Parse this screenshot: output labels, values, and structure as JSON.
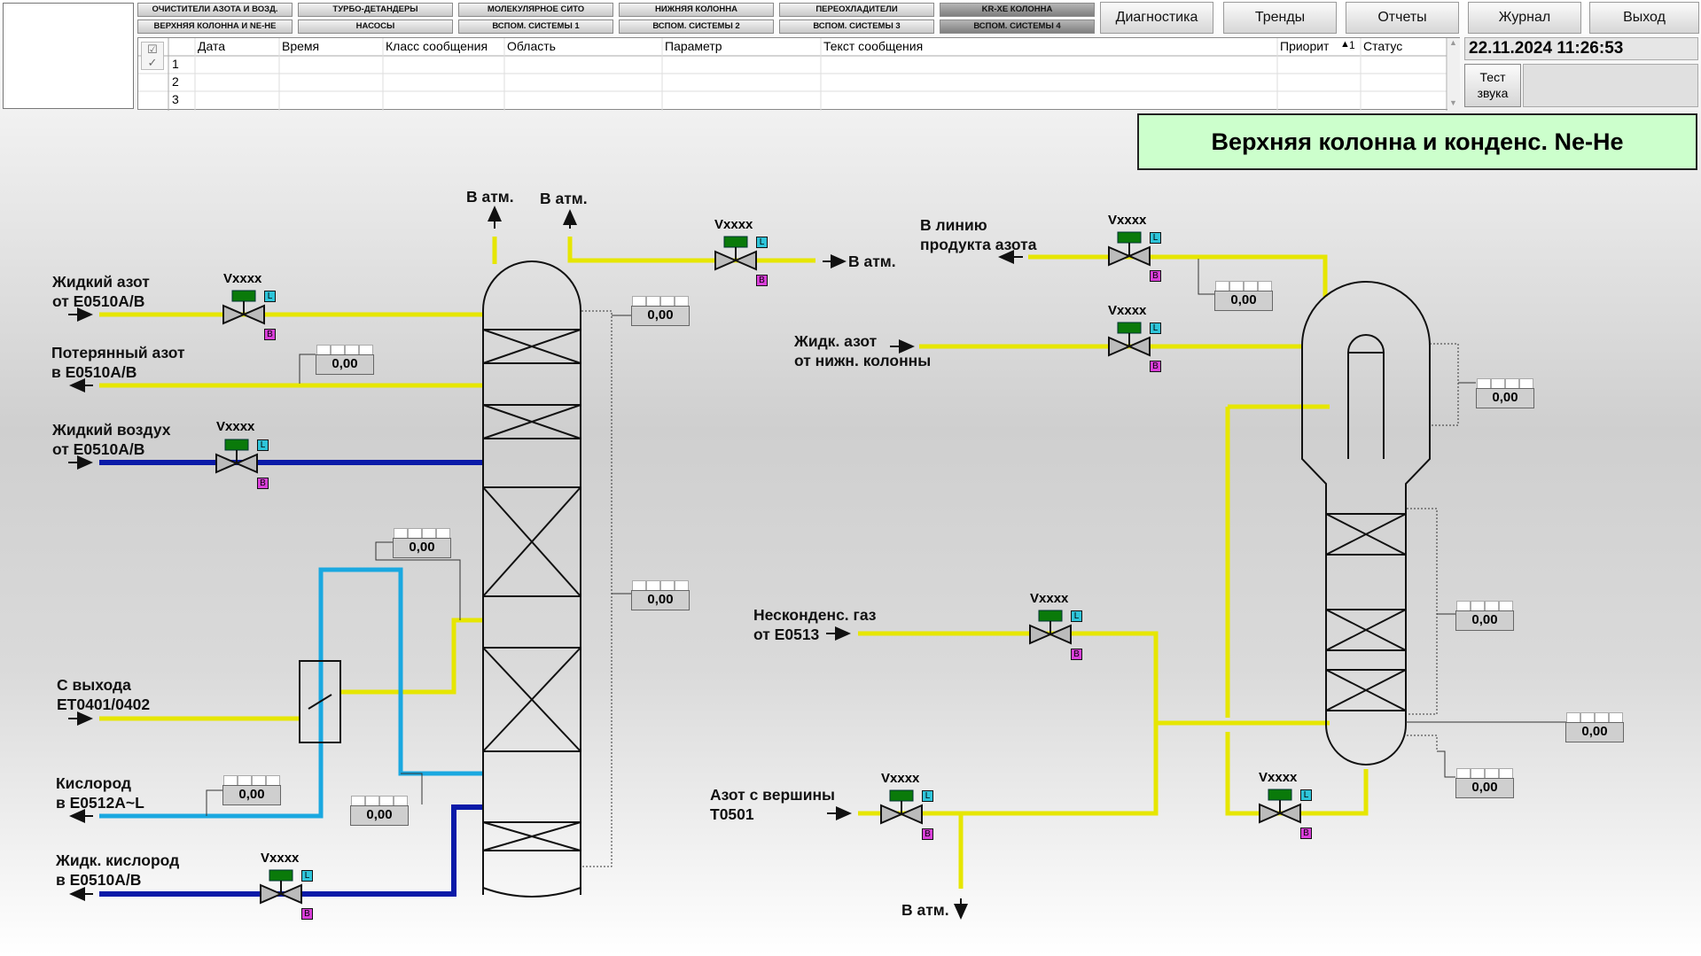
{
  "nav": {
    "row1": [
      "ОЧИСТИТЕЛИ АЗОТА И ВОЗД.",
      "ТУРБО-ДЕТАНДЕРЫ",
      "МОЛЕКУЛЯРНОЕ СИТО",
      "НИЖНЯЯ КОЛОННА",
      "ПЕРЕОХЛАДИТЕЛИ",
      "KR-XE КОЛОННА"
    ],
    "row2": [
      "ВЕРХНЯЯ КОЛОННА И NE-HE",
      "НАСОСЫ",
      "ВСПОМ. СИСТЕМЫ 1",
      "ВСПОМ. СИСТЕМЫ 2",
      "ВСПОМ. СИСТЕМЫ 3",
      "ВСПОМ. СИСТЕМЫ 4"
    ]
  },
  "toolbar": {
    "diagnostics": "Диагностика",
    "trends": "Тренды",
    "reports": "Отчеты",
    "journal": "Журнал",
    "exit": "Выход"
  },
  "alarms": {
    "columns": [
      "Дата",
      "Время",
      "Класс сообщения",
      "Область",
      "Параметр",
      "Текст сообщения",
      "Приорит",
      "Статус"
    ],
    "sort_indicator": "1",
    "rows": [
      "1",
      "2",
      "3"
    ]
  },
  "datetime": "22.11.2024 11:26:53",
  "test_sound": "Тест звука",
  "title": "Верхняя колонна и конденс. Ne-He",
  "labels": {
    "atm1": "В атм.",
    "atm2": "В атм.",
    "atm3": "В атм.",
    "atm4": "В атм.",
    "ln2_in_1": "Жидкий азот",
    "ln2_in_2": "от Е0510А/В",
    "waste_n2_1": "Потерянный азот",
    "waste_n2_2": "в Е0510А/В",
    "lair_1": "Жидкий воздух",
    "lair_2": "от Е0510А/В",
    "et_1": "С выхода",
    "et_2": "ЕТ0401/0402",
    "o2_1": "Кислород",
    "o2_2": "в Е0512А~L",
    "lox_1": "Жидк. кислород",
    "lox_2": "в Е0510А/В",
    "prod_n2_1": "В линию",
    "prod_n2_2": "продукта азота",
    "ln2_low_1": "Жидк. азот",
    "ln2_low_2": "от нижн. колонны",
    "noncond_1": "Несконденс. газ",
    "noncond_2": "от Е0513",
    "n2_top_1": "Азот с вершины",
    "n2_top_2": "Т0501"
  },
  "valve": {
    "name": "Vxxxx",
    "l": "L",
    "b": "B"
  },
  "values": [
    "0,00",
    "0,00",
    "0,00",
    "0,00",
    "0,00",
    "0,00",
    "0,00",
    "0,00",
    "0,00",
    "0,00",
    "0,00"
  ],
  "colors": {
    "yellow": "#e6e600",
    "darkblue": "#0a1aa8",
    "lightblue": "#1aa8e0",
    "valve_green": "#0a7a0a",
    "tag_l": "#2ec4d9",
    "tag_b": "#d93fd9"
  }
}
